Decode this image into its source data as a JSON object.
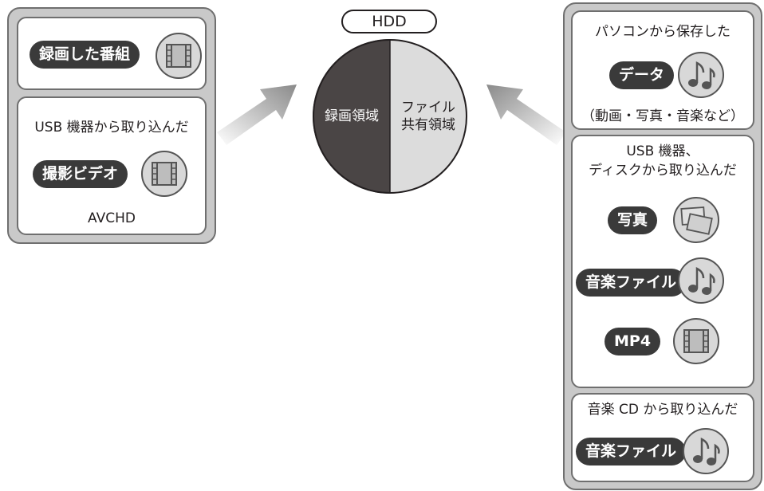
{
  "hdd": {
    "title": "HDD",
    "left_area": "録画領域",
    "right_area_line1": "ファイル",
    "right_area_line2": "共有領域"
  },
  "left_panel": {
    "card1": {
      "pill": "録画した番組",
      "icon": "film-icon"
    },
    "card2": {
      "heading": "USB 機器から取り込んだ",
      "pill": "撮影ビデオ",
      "icon": "film-icon",
      "footer": "AVCHD"
    }
  },
  "right_panel": {
    "card1": {
      "heading": "パソコンから保存した",
      "pill": "データ",
      "icon": "music-note-icon",
      "footer": "（動画・写真・音楽など）"
    },
    "card2": {
      "heading_line1": "USB 機器、",
      "heading_line2": "ディスクから取り込んだ",
      "items": [
        {
          "pill": "写真",
          "icon": "photo-icon"
        },
        {
          "pill": "音楽ファイル",
          "icon": "music-note-icon"
        },
        {
          "pill": "MP4",
          "icon": "film-icon"
        }
      ]
    },
    "card3": {
      "heading": "音楽 CD から取り込んだ",
      "pill": "音楽ファイル",
      "icon": "music-note-icon"
    }
  },
  "colors": {
    "panel_fill": "#c9c9c9",
    "pill_fill": "#3a3a3a",
    "recording_area": "#4a4545",
    "shared_area": "#dcdcdc"
  }
}
